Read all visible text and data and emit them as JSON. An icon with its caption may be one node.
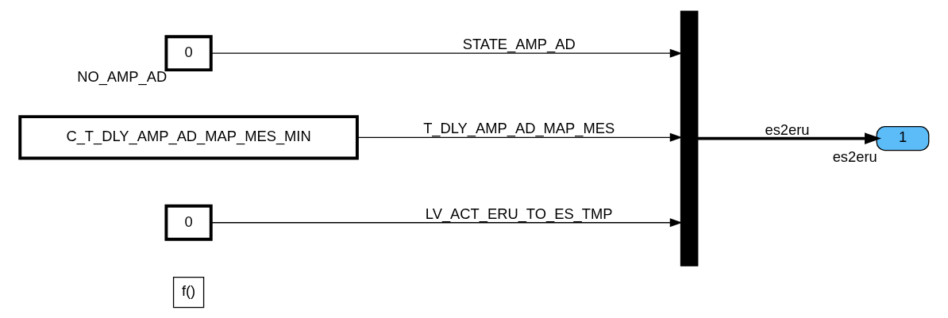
{
  "diagram": {
    "nodes": [
      {
        "text": [
          "f()"
        ]
      },
      {
        "text": [
          "0"
        ],
        "beside": [
          "NO_AMP_AD"
        ]
      },
      {
        "text": [
          "C_T_DLY_AMP_AD_MAP_MES_MIN"
        ]
      },
      {
        "text": [
          "0"
        ]
      },
      {
        "text": [],
        "shape": "bar"
      },
      {
        "text": [
          "1"
        ],
        "beside": [
          "es2eru"
        ]
      }
    ],
    "edges": [
      {
        "from": 1,
        "to": 4,
        "arrow": "to",
        "label": "STATE_AMP_AD"
      },
      {
        "from": 2,
        "to": 4,
        "arrow": "to",
        "label": "T_DLY_AMP_AD_MAP_MES"
      },
      {
        "from": 3,
        "to": 4,
        "arrow": "to",
        "label": "LV_ACT_ERU_TO_ES_TMP"
      },
      {
        "from": 4,
        "to": 5,
        "arrow": "to",
        "label": "es2eru",
        "style": "thick"
      }
    ]
  }
}
